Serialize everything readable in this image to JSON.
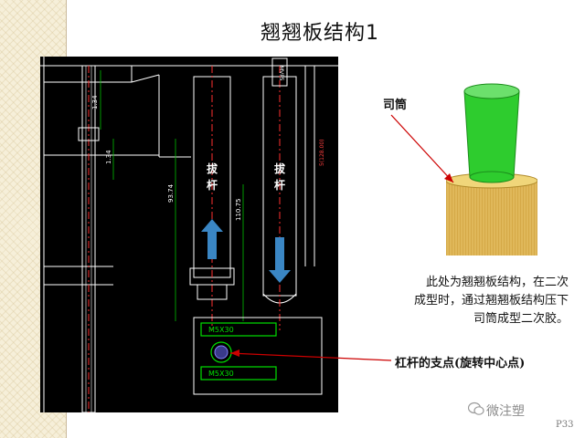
{
  "slide": {
    "title": "翘翘板结构1",
    "page_number": "P33"
  },
  "cad": {
    "dimensions": [
      "1.34",
      "1.34",
      "93.74",
      "110.75"
    ],
    "screw_labels": [
      "M5X30",
      "M5X30"
    ],
    "ejector_label": "拔杆",
    "side_text": "MVF5",
    "right_vertical_text": "5(128.00)"
  },
  "labels": {
    "sleeve": "司筒",
    "fulcrum": "杠杆的支点(旋转中心点)"
  },
  "note": {
    "lines": [
      "此处为翘翘板结构，在二次",
      "成型时，通过翘翘板结构压下",
      "司筒成型二次胶。"
    ]
  },
  "watermark": {
    "text": "微注塑"
  },
  "colors": {
    "cad_background": "#000000",
    "sleeve_green": "#2ecc2e",
    "sleeve_gold": "#e8c96a",
    "arrow_blue": "#3a86c4",
    "annotation_red": "#cc0000",
    "highlight_green": "#00e000"
  }
}
